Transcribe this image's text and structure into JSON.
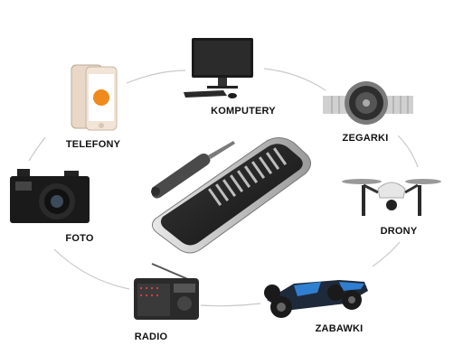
{
  "categories": [
    {
      "id": "komputery",
      "label": "KOMPUTERY",
      "icon": "desktop-computer-icon"
    },
    {
      "id": "zegarki",
      "label": "ZEGARKI",
      "icon": "wristwatch-icon"
    },
    {
      "id": "drony",
      "label": "DRONY",
      "icon": "drone-icon"
    },
    {
      "id": "zabawki",
      "label": "ZABAWKI",
      "icon": "rc-car-icon"
    },
    {
      "id": "radio",
      "label": "RADIO",
      "icon": "radio-icon"
    },
    {
      "id": "foto",
      "label": "FOTO",
      "icon": "camera-icon"
    },
    {
      "id": "telefony",
      "label": "TELEFONY",
      "icon": "smartphone-icon"
    }
  ],
  "center": {
    "icon": "screwdriver-toolkit-icon"
  },
  "colors": {
    "ring": "#c9c9c9",
    "label": "#111111",
    "accent_phone": "#f08a1c",
    "drone": "#e6e6e6",
    "car_accent": "#2f7fd0"
  }
}
